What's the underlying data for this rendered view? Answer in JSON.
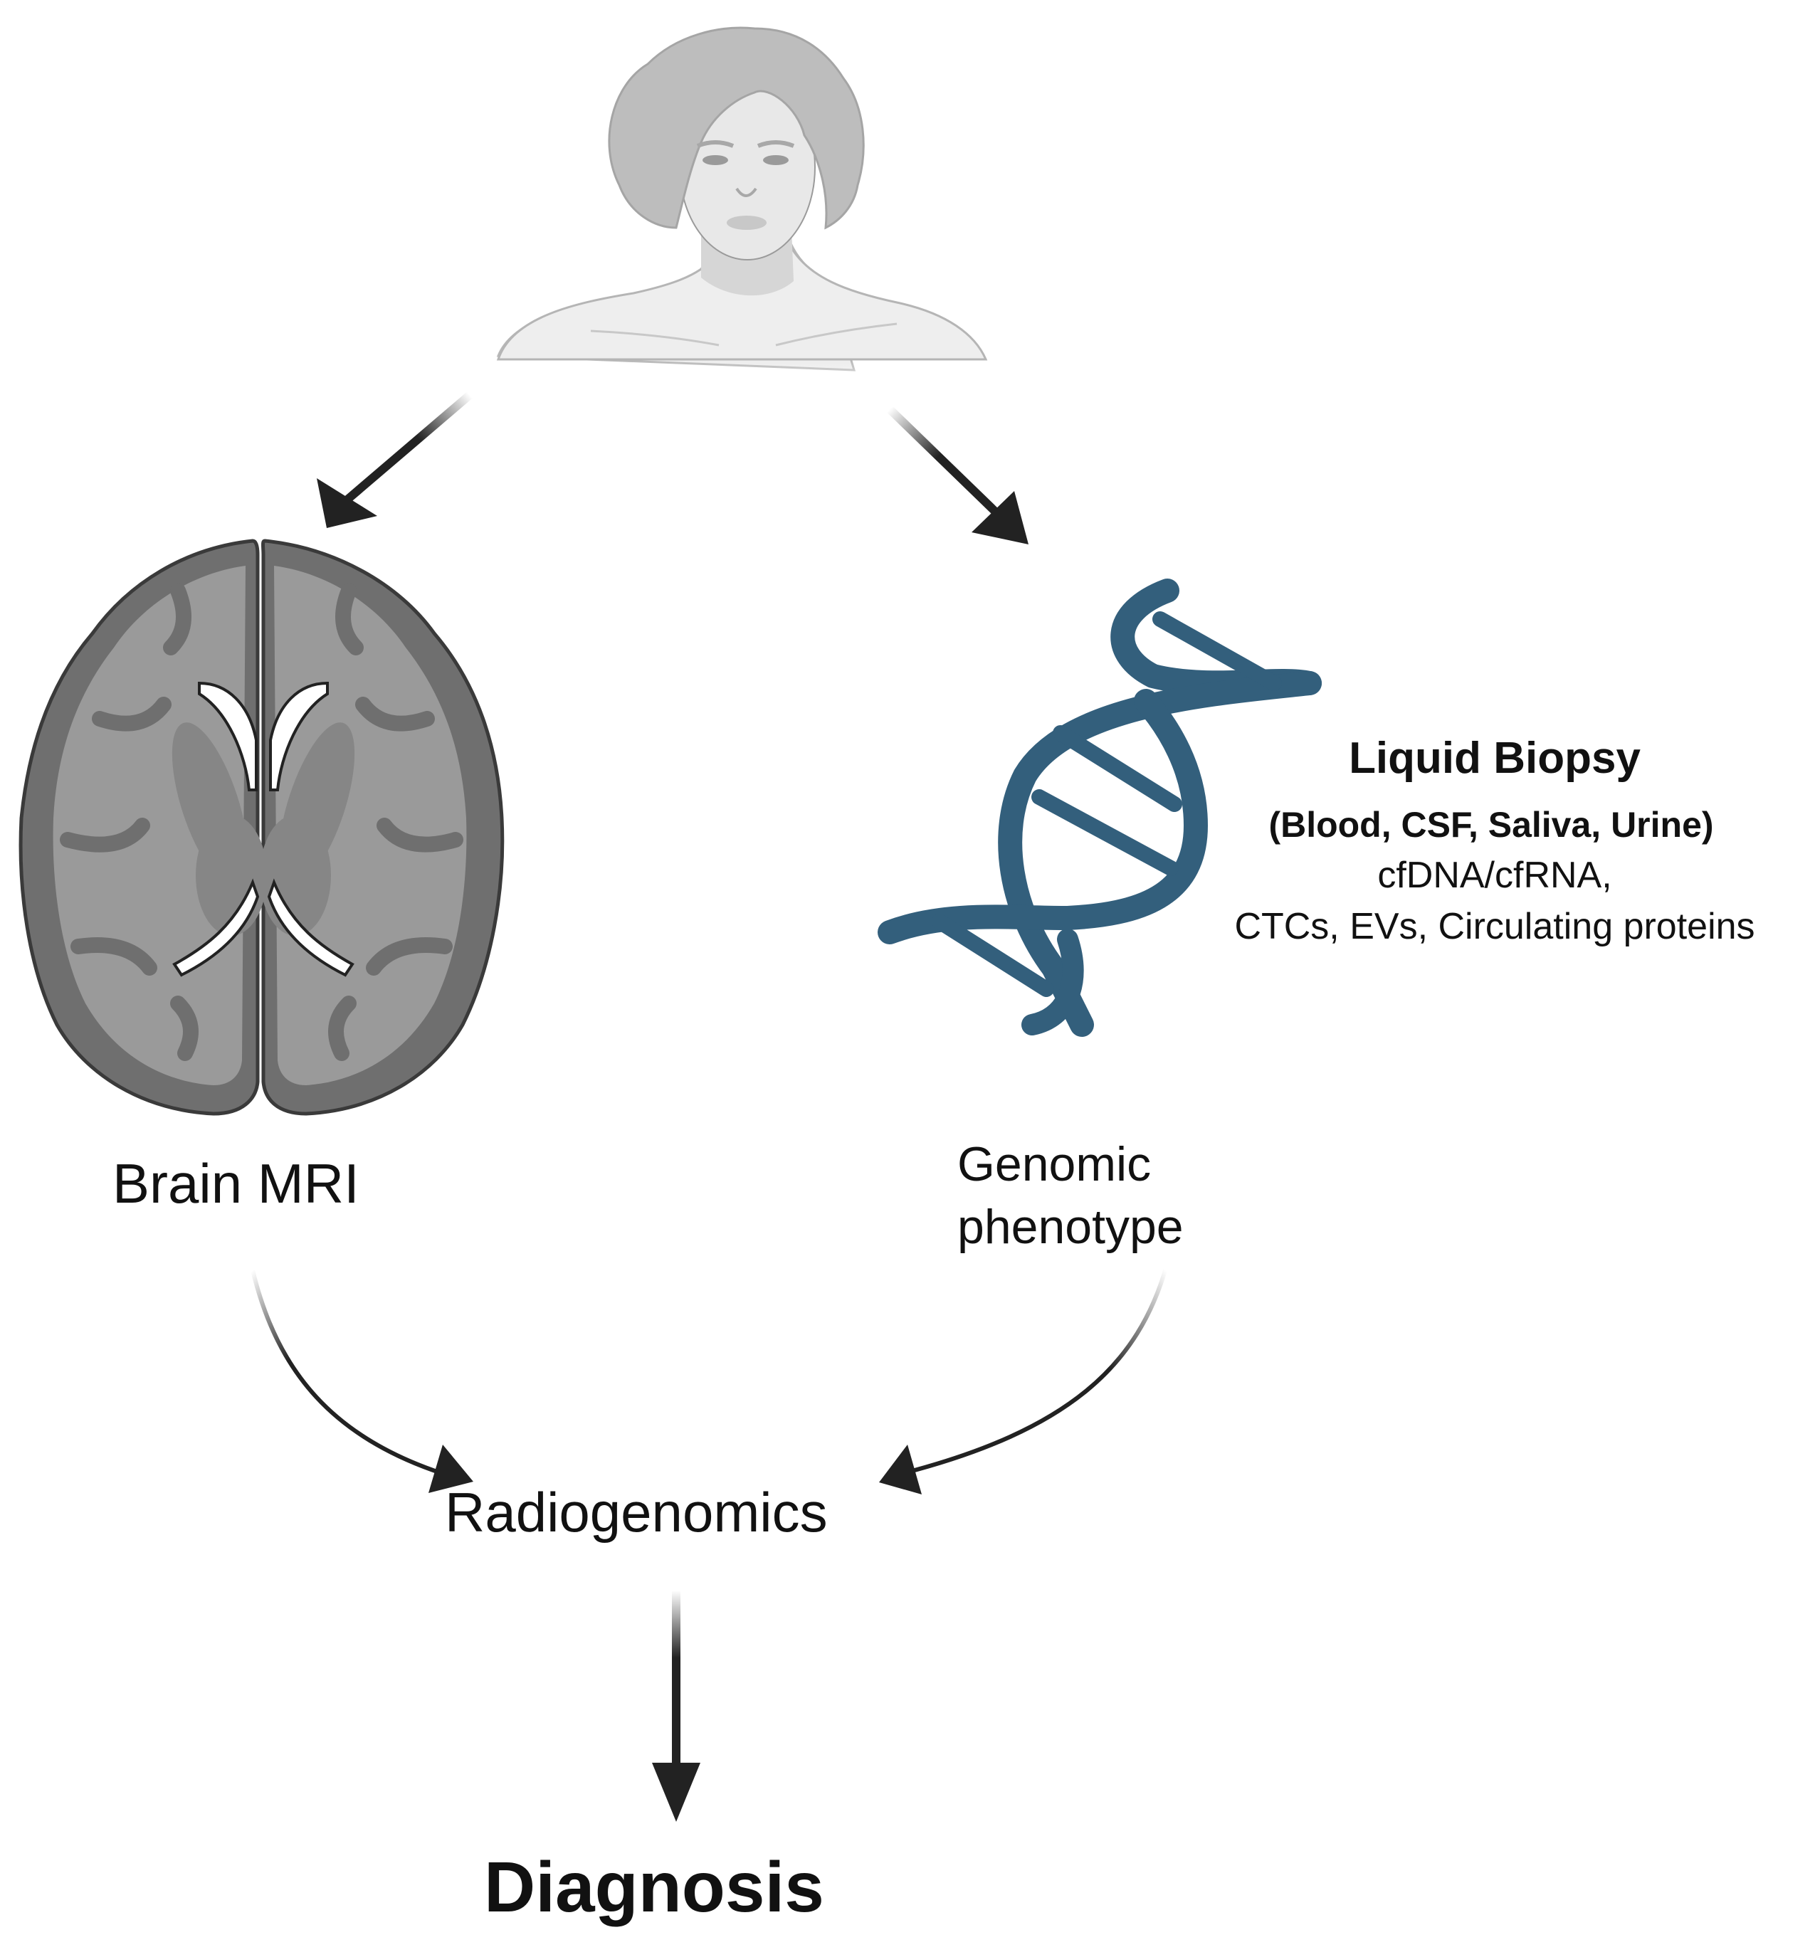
{
  "figure": {
    "type": "flow-diagram",
    "nodes": {
      "patient": {
        "icon": "patient-portrait-icon"
      },
      "brain_mri": {
        "label": "Brain MRI",
        "icon": "brain-axial-slice-icon"
      },
      "liquid_biopsy": {
        "title": "Liquid Biopsy",
        "sources": "(Blood, CSF, Saliva, Urine)",
        "analytes_line1": "cfDNA/cfRNA,",
        "analytes_line2": "CTCs, EVs, Circulating proteins",
        "icon": "dna-double-helix-icon"
      },
      "genomic_phenotype": {
        "line1": "Genomic",
        "line2": "phenotype"
      },
      "radiogenomics": {
        "label": "Radiogenomics"
      },
      "diagnosis": {
        "label": "Diagnosis"
      }
    },
    "edges": [
      {
        "from": "patient",
        "to": "brain_mri"
      },
      {
        "from": "patient",
        "to": "liquid_biopsy"
      },
      {
        "from": "brain_mri",
        "to": "radiogenomics"
      },
      {
        "from": "genomic_phenotype",
        "to": "radiogenomics"
      },
      {
        "from": "radiogenomics",
        "to": "diagnosis"
      }
    ],
    "colors": {
      "dna": "#335f7c",
      "arrow": "#222222",
      "brain_outer": "#6e6e6e",
      "brain_inner": "#9a9a9a",
      "portrait": "#bdbdbd"
    }
  }
}
